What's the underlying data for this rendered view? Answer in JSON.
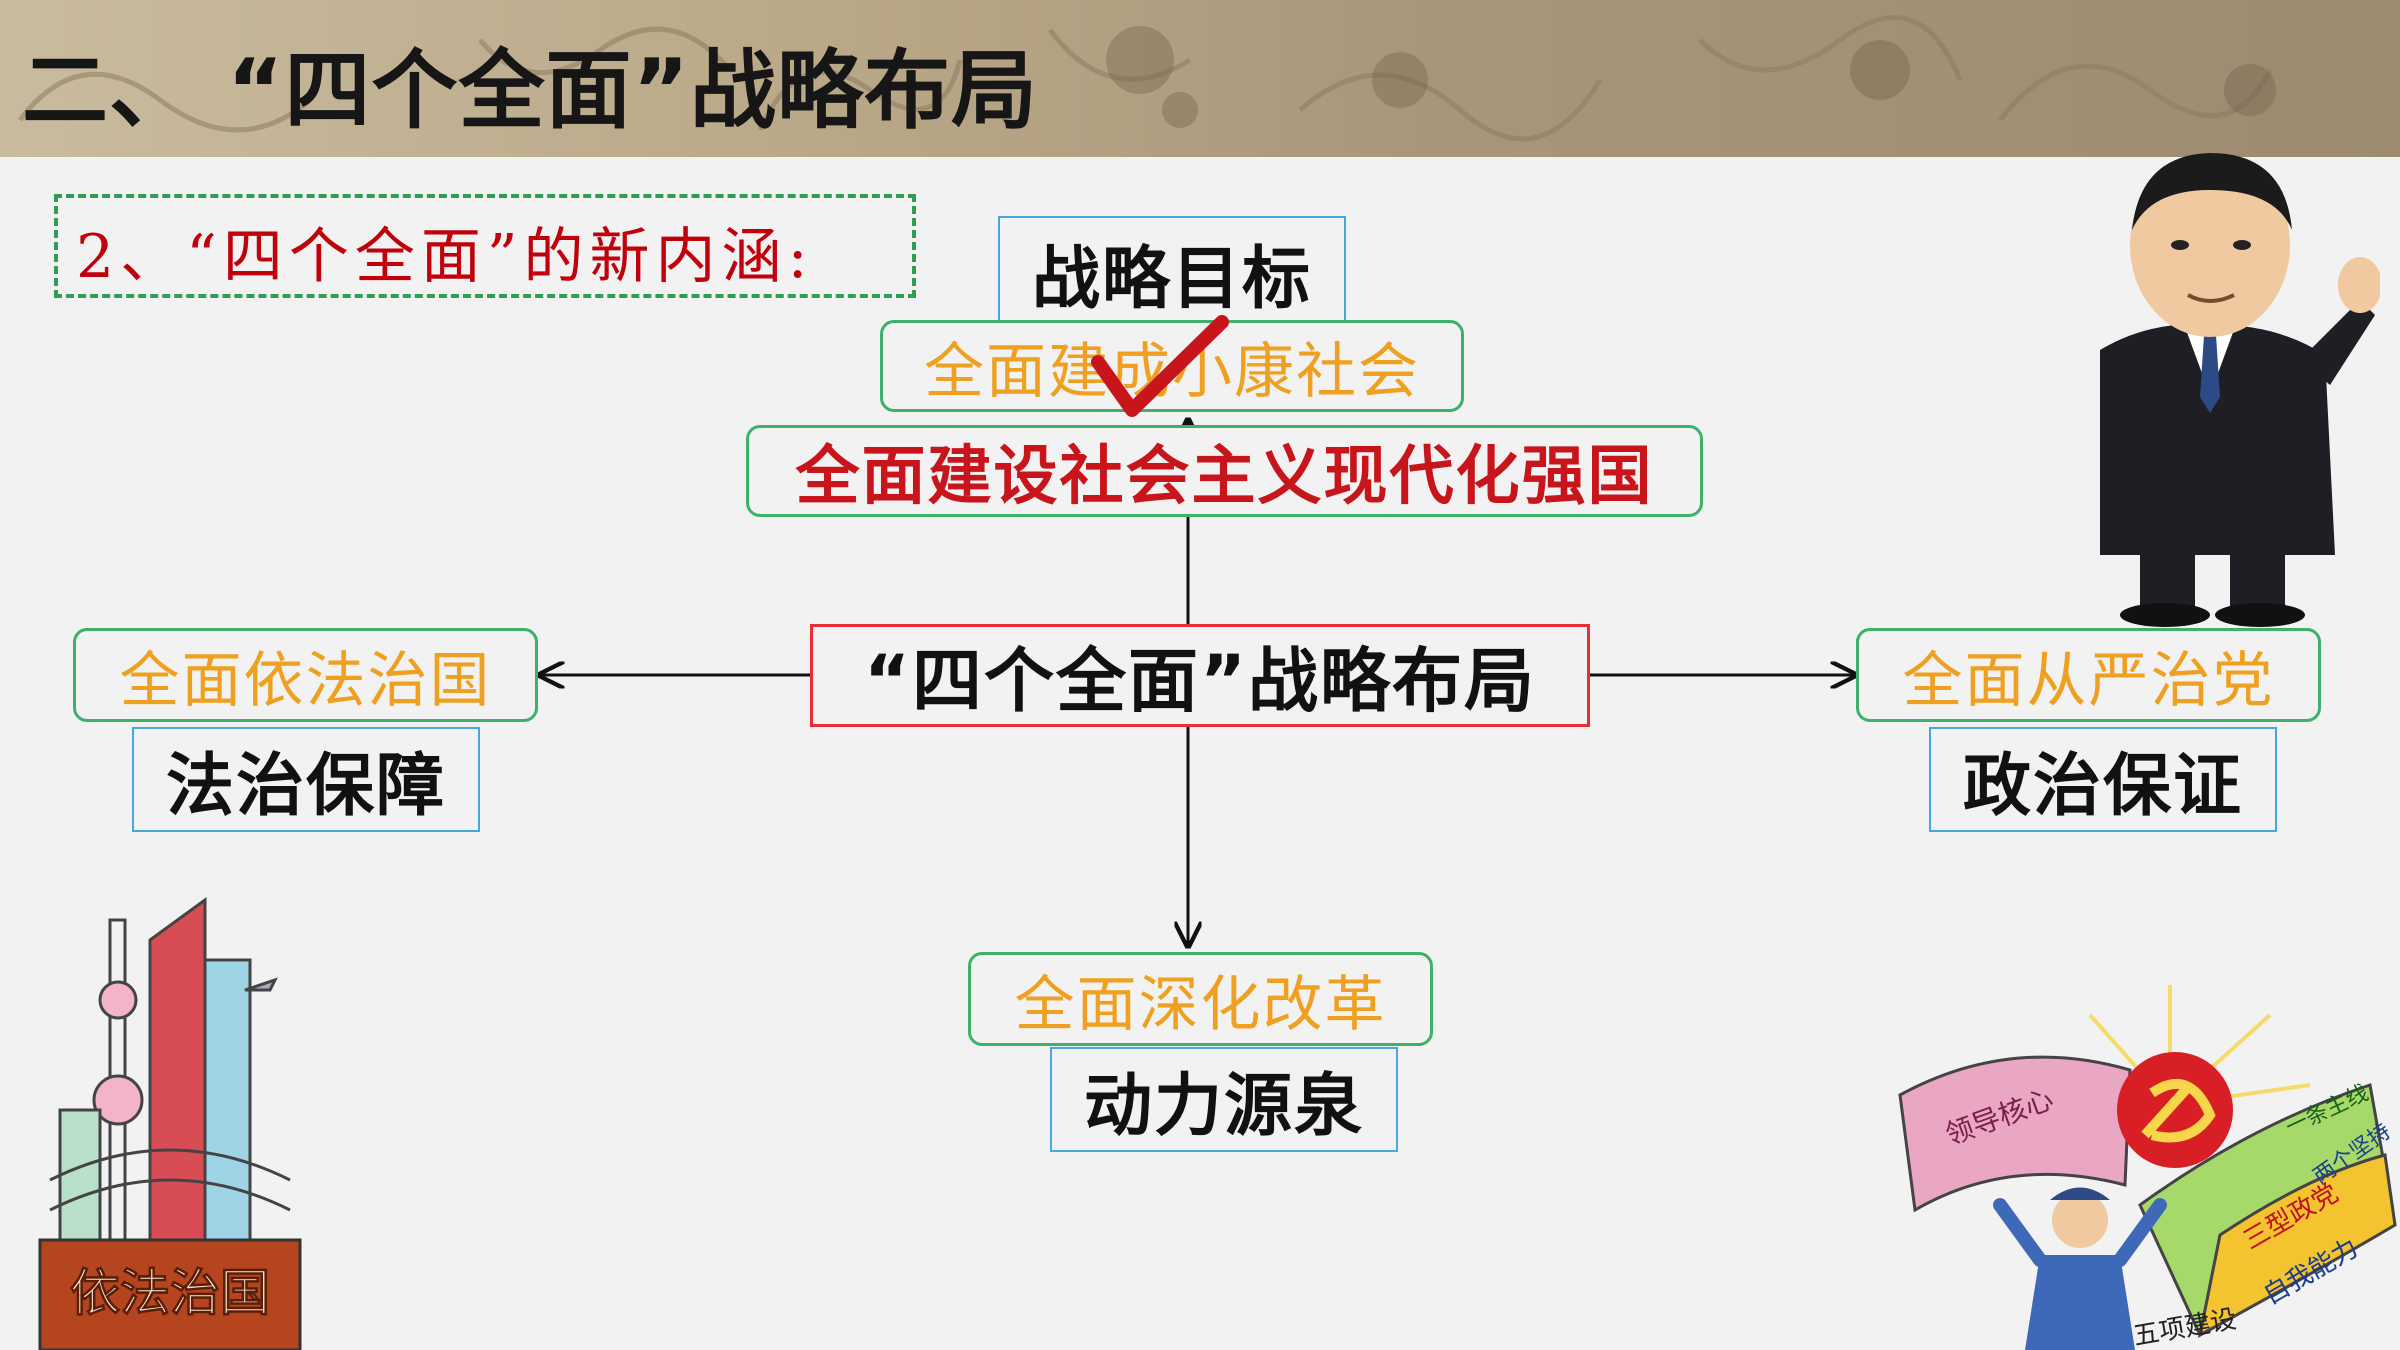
{
  "header": {
    "title": "二、  “四个全面”战略布局"
  },
  "subtitle": "2、“四个全面”的新内涵:",
  "center": {
    "label": "“四个全面”战略布局"
  },
  "top": {
    "caption": "战略目标",
    "old_goal": "全面建成小康社会",
    "new_goal": "全面建设社会主义现代化强国"
  },
  "left": {
    "label": "全面依法治国",
    "caption": "法治保障"
  },
  "right": {
    "label": "全面从严治党",
    "caption": "政治保证"
  },
  "bottom": {
    "label": "全面深化改革",
    "caption": "动力源泉"
  },
  "illustrations": {
    "left_sign": "依法治国",
    "banner_left": "领导核心",
    "banner_r1": "一条主线",
    "banner_r2": "两个坚持",
    "banner_r3": "三型政党",
    "banner_r4": "自我能力",
    "banner_r5": "五项建设"
  },
  "colors": {
    "orange": "#f0a020",
    "red": "#c8151b",
    "green_border": "#3eb06b",
    "blue_border": "#45a7dc",
    "header_bg": "#b9a887"
  }
}
